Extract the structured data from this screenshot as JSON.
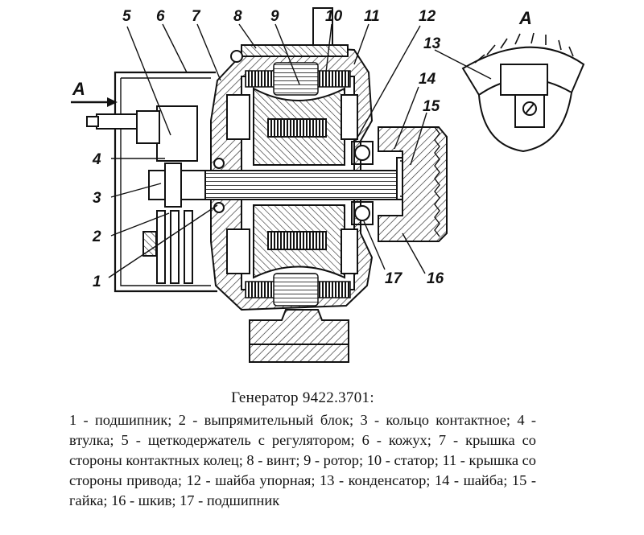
{
  "diagram": {
    "view_tag": "A",
    "arrow_tag": "A",
    "callouts": [
      "1",
      "2",
      "3",
      "4",
      "5",
      "6",
      "7",
      "8",
      "9",
      "10",
      "11",
      "12",
      "13",
      "14",
      "15",
      "16",
      "17"
    ]
  },
  "caption": {
    "title": "Генератор 9422.3701:",
    "legend": "1 - подшипник; 2 - выпрямительный блок; 3 - кольцо контактное; 4 - втулка; 5 - щеткодержатель с регулятором; 6 - кожух; 7 - крышка со стороны контактных колец; 8 - винт; 9 - ротор; 10 - статор; 11 - крышка со стороны привода; 12 - шайба упорная; 13 - конденсатор; 14 - шайба; 15 - гайка; 16 - шкив; 17 - подшипник"
  }
}
